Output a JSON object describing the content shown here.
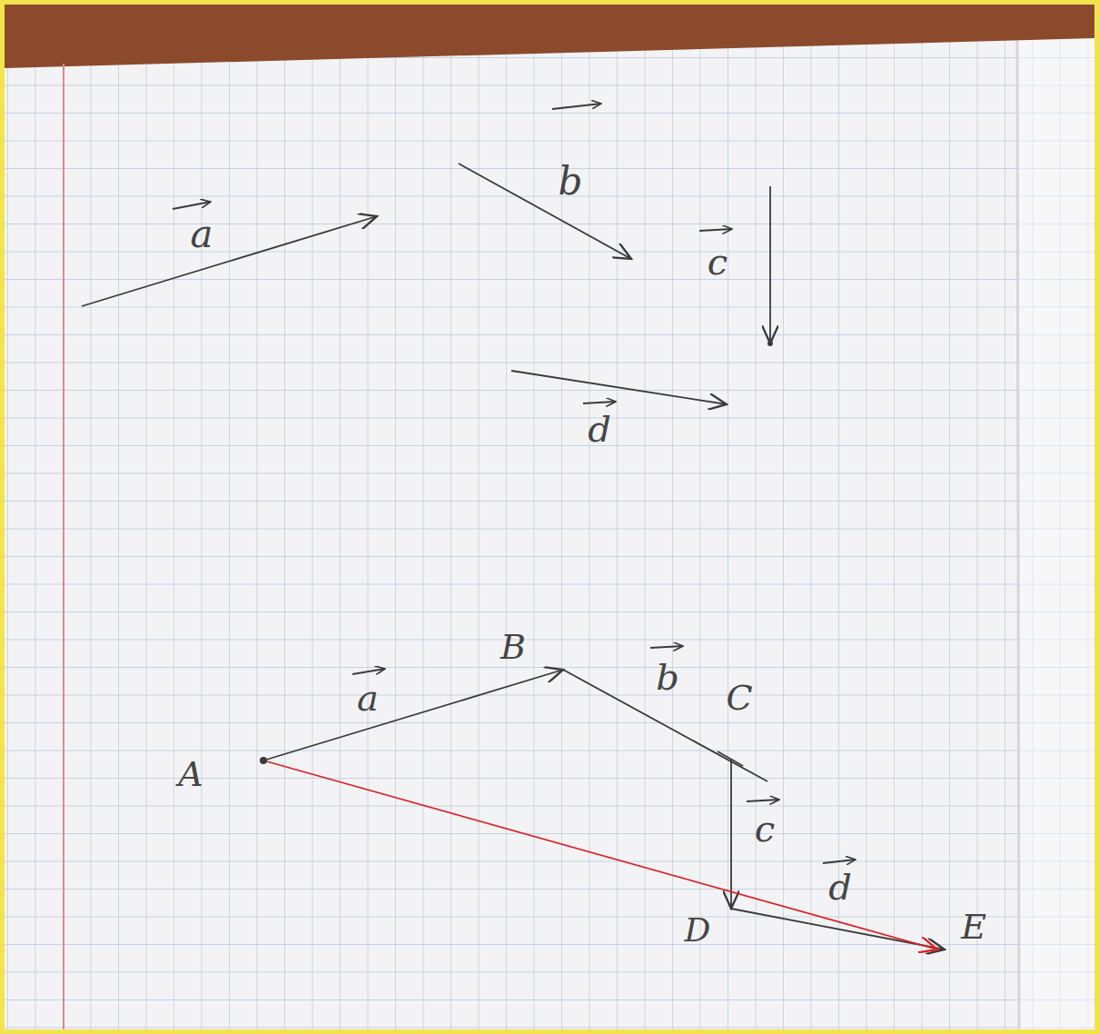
{
  "diagram": {
    "labels": [
      "a",
      "b",
      "c",
      "d",
      "A",
      "a",
      "B",
      "b",
      "C",
      "c",
      "D",
      "d",
      "E"
    ]
  }
}
